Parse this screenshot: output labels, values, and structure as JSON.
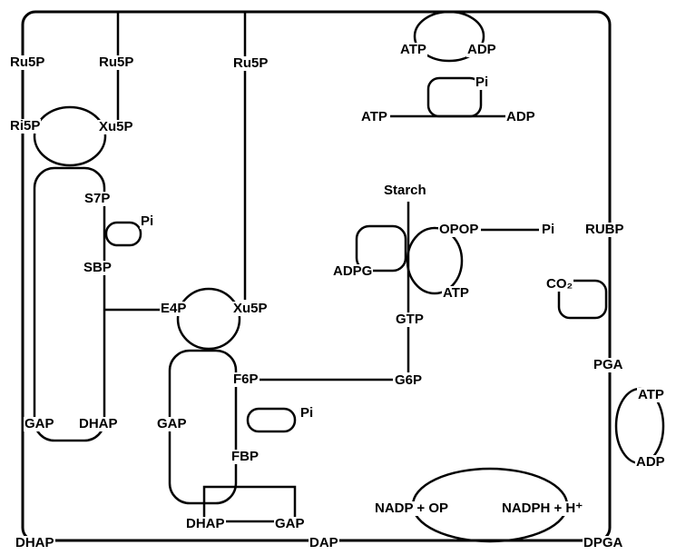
{
  "diagram": {
    "name": "chloroplast-calvin-cycle-pathway",
    "stroke_color": "#000000",
    "background_color": "#ffffff",
    "labels": {
      "ru5p_left": "Ru5P",
      "ru5p_mid": "Ru5P",
      "ru5p_right": "Ru5P",
      "atp_top": "ATP",
      "adp_top": "ADP",
      "pi_kinase": "Pi",
      "atp_kinase": "ATP",
      "adp_kinase": "ADP",
      "ri5p": "Ri5P",
      "xu5p_top": "Xu5P",
      "s7p": "S7P",
      "pi_sbpase": "Pi",
      "sbp": "SBP",
      "starch": "Starch",
      "opop": "OPOP",
      "pi_ppase": "Pi",
      "rubp": "RUBP",
      "adpg": "ADPG",
      "atp_adpg": "ATP",
      "co2": "CO₂",
      "e4p": "E4P",
      "xu5p_bottom": "Xu5P",
      "gtp": "GTP",
      "pga": "PGA",
      "f6p": "F6P",
      "g6p": "G6P",
      "atp_right": "ATP",
      "gap_left": "GAP",
      "dhap_left": "DHAP",
      "gap_mid": "GAP",
      "pi_fbpase": "Pi",
      "fbp": "FBP",
      "adp_right": "ADP",
      "nadp_op": "NADP + OP",
      "nadph_h": "NADPH + H⁺",
      "dhap_box": "DHAP",
      "gap_box": "GAP",
      "dhap_bottom": "DHAP",
      "dap_bottom": "DAP",
      "dpga_bottom": "DPGA"
    }
  }
}
